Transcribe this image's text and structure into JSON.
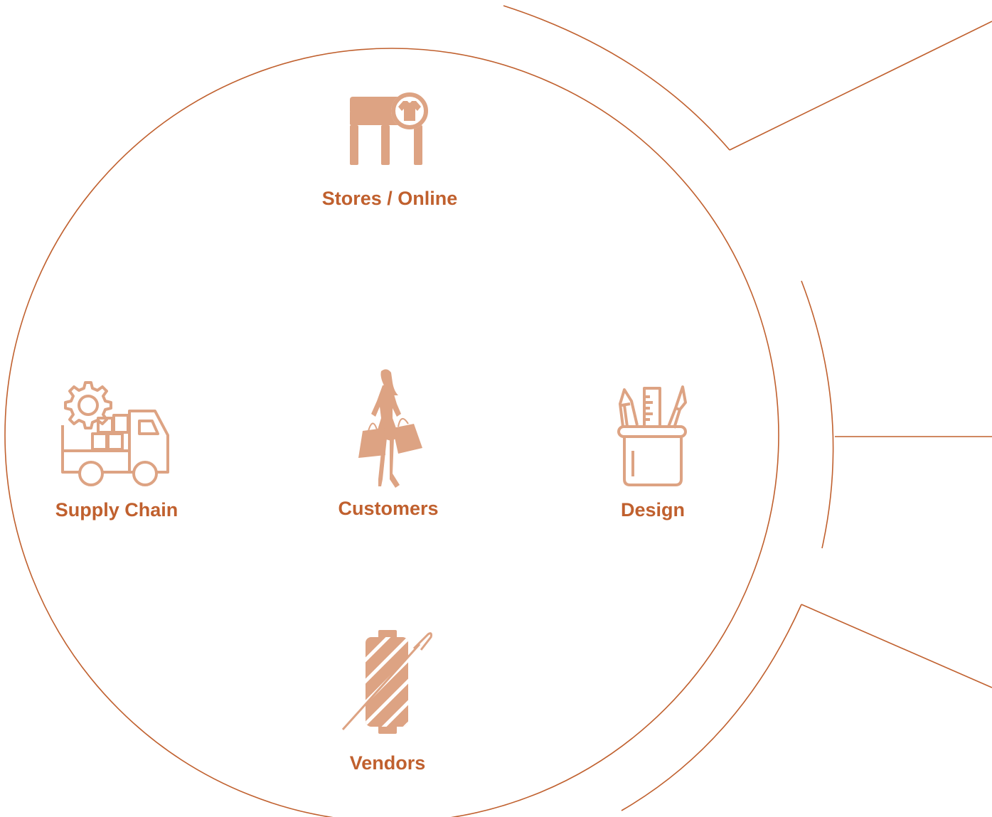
{
  "colors": {
    "line": "#c0602e",
    "icon": "#dda383",
    "label": "#c0602e",
    "background": "#ffffff"
  },
  "nodes": {
    "stores": {
      "label": "Stores / Online",
      "icon": "store-shirt-icon"
    },
    "supply_chain": {
      "label": "Supply Chain",
      "icon": "delivery-truck-gear-icon"
    },
    "customers": {
      "label": "Customers",
      "icon": "shopper-woman-icon"
    },
    "design": {
      "label": "Design",
      "icon": "pencil-cup-icon"
    },
    "vendors": {
      "label": "Vendors",
      "icon": "thread-spool-needle-icon"
    }
  }
}
